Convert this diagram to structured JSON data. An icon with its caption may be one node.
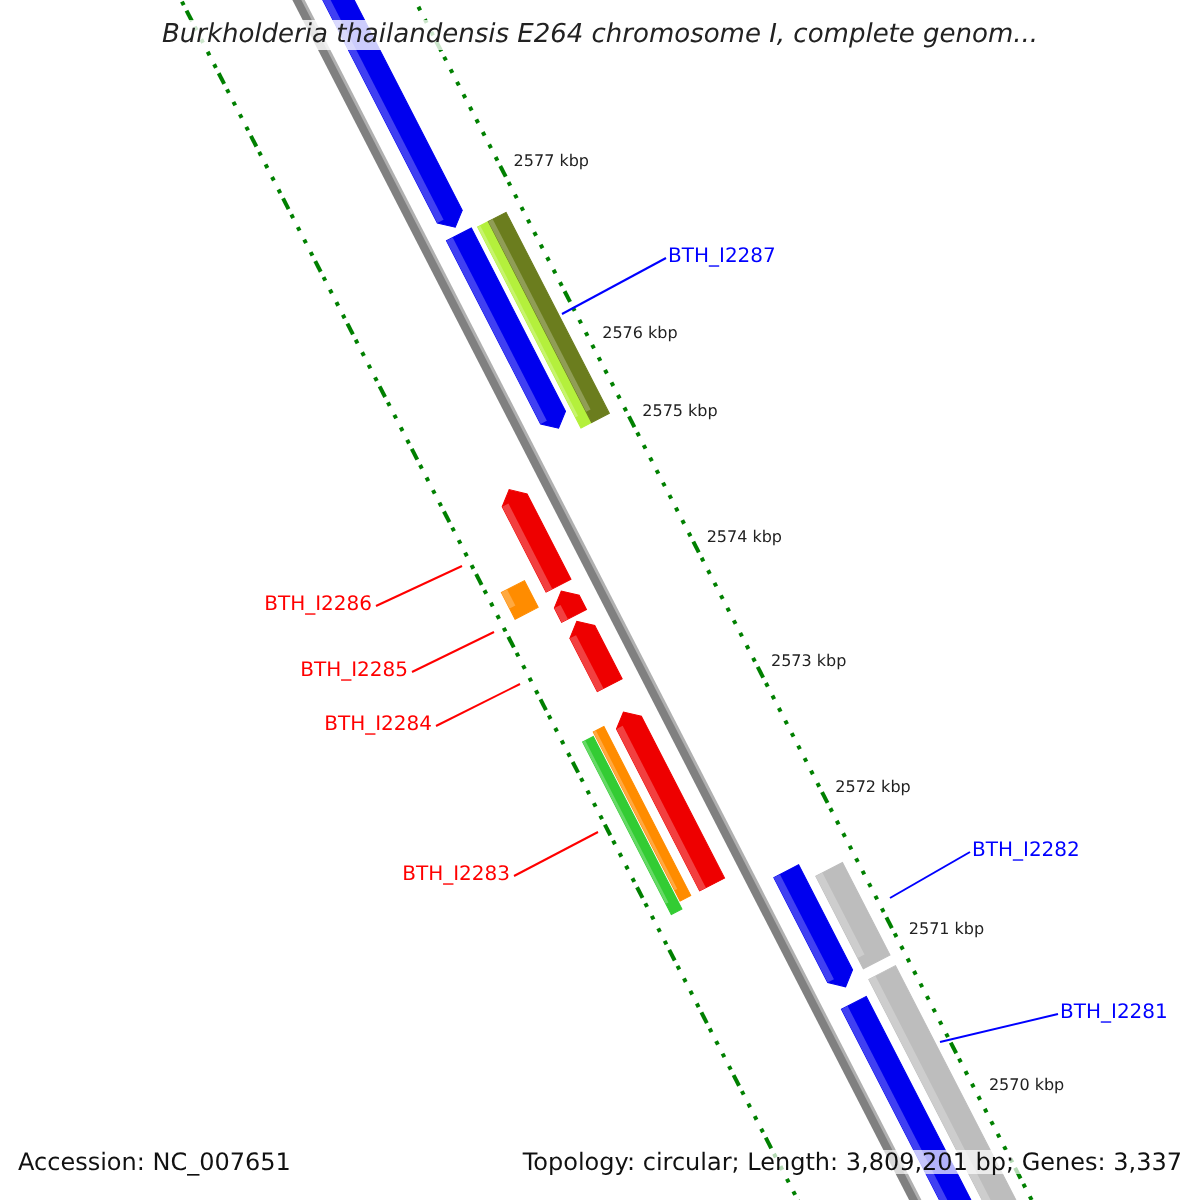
{
  "diagram": {
    "title": "Burkholderia thailandensis E264 chromosome I, complete genom...",
    "nodes": [
      {
        "text": [
          "BTH_I2287"
        ]
      },
      {
        "text": [
          "BTH_I2286"
        ]
      },
      {
        "text": [
          "BTH_I2285"
        ]
      },
      {
        "text": [
          "BTH_I2284"
        ]
      },
      {
        "text": [
          "BTH_I2283"
        ]
      },
      {
        "text": [
          "BTH_I2282"
        ]
      },
      {
        "text": [
          "BTH_I2281"
        ]
      }
    ],
    "edges": [
      {
        "from": 0,
        "to": null,
        "arrow": "none",
        "color": "#0000ff"
      },
      {
        "from": 1,
        "to": null,
        "arrow": "none"
      },
      {
        "from": 2,
        "to": null,
        "arrow": "none"
      },
      {
        "from": 3,
        "to": null,
        "arrow": "none"
      },
      {
        "from": 4,
        "to": null,
        "arrow": "none"
      },
      {
        "from": 5,
        "to": null,
        "arrow": "none",
        "color": "#0000ff"
      },
      {
        "from": 6,
        "to": null,
        "arrow": "none",
        "color": "#0000ff"
      }
    ],
    "labels": [
      "2577 kbp",
      "2576 kbp",
      "2575 kbp",
      "2574 kbp",
      "2573 kbp",
      "2572 kbp",
      "2571 kbp",
      "2570 kbp",
      "Accession: NC_007651",
      "Topology: circular; Length: 3,809,201 bp; Genes: 3,337"
    ]
  }
}
